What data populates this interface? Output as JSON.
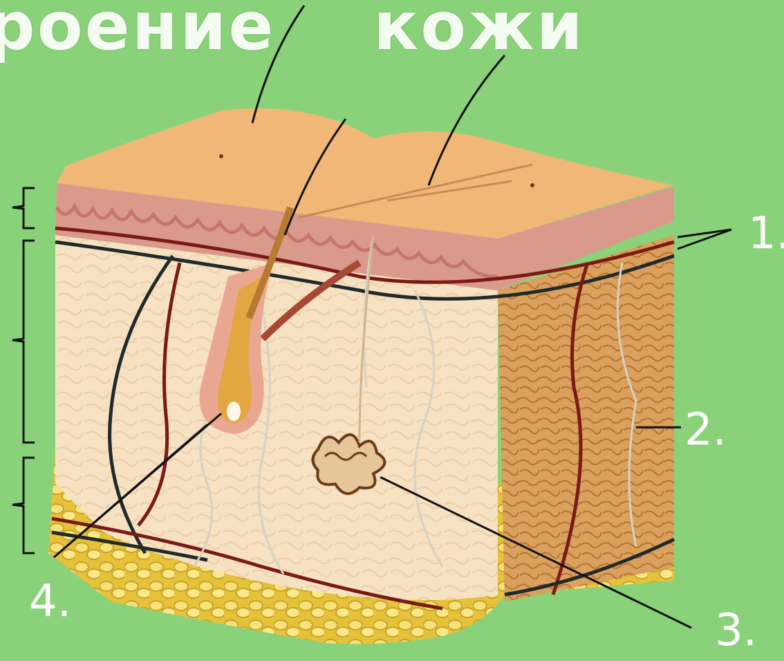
{
  "title": {
    "left_part": "роение",
    "right_part": "кожи"
  },
  "labels": {
    "n1": "1.",
    "n2": "2.",
    "n3": "3.",
    "n4": "4."
  },
  "colors": {
    "background": "#8ad27a",
    "skin_surface": "#f0b777",
    "epidermis": "#d99a8c",
    "dermis": "#f6e1c2",
    "fat": "#f5dd57",
    "artery": "#7a1a14",
    "vein": "#1f2a2a"
  }
}
